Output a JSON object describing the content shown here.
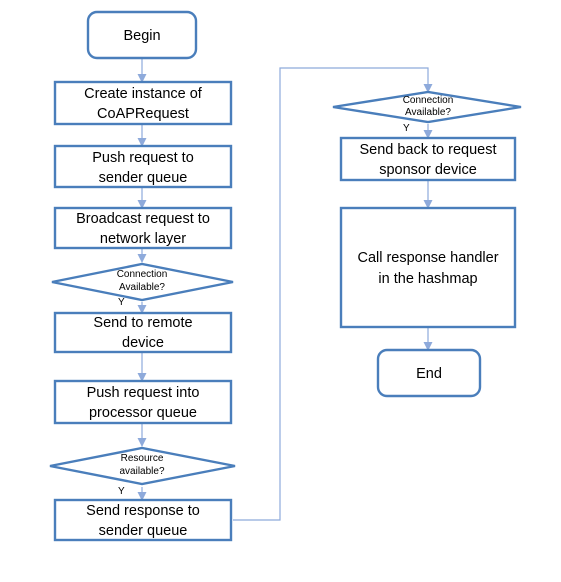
{
  "flowchart": {
    "begin": "Begin",
    "create_instance": [
      "Create instance of",
      "CoAPRequest"
    ],
    "push_sender": [
      "Push request to",
      "sender queue"
    ],
    "broadcast": [
      "Broadcast request to",
      "network layer"
    ],
    "connection_check_1": [
      "Connection",
      "Available?"
    ],
    "connection_yes_1": "Y",
    "send_remote": [
      "Send to remote",
      "device"
    ],
    "push_processor": [
      "Push request into",
      "processor queue"
    ],
    "resource_check": [
      "Resource",
      "available?"
    ],
    "resource_yes": "Y",
    "send_response": [
      "Send response to",
      "sender queue"
    ],
    "connection_check_2": [
      "Connection",
      "Available?"
    ],
    "connection_yes_2": "Y",
    "send_back": [
      "Send back to request",
      "sponsor device"
    ],
    "call_handler": [
      "Call response handler",
      "in the hashmap"
    ],
    "end": "End"
  },
  "colors": {
    "shape_stroke": "#4a7ebb",
    "connector": "#8eaadb",
    "fill": "#ffffff",
    "text": "#000000"
  }
}
